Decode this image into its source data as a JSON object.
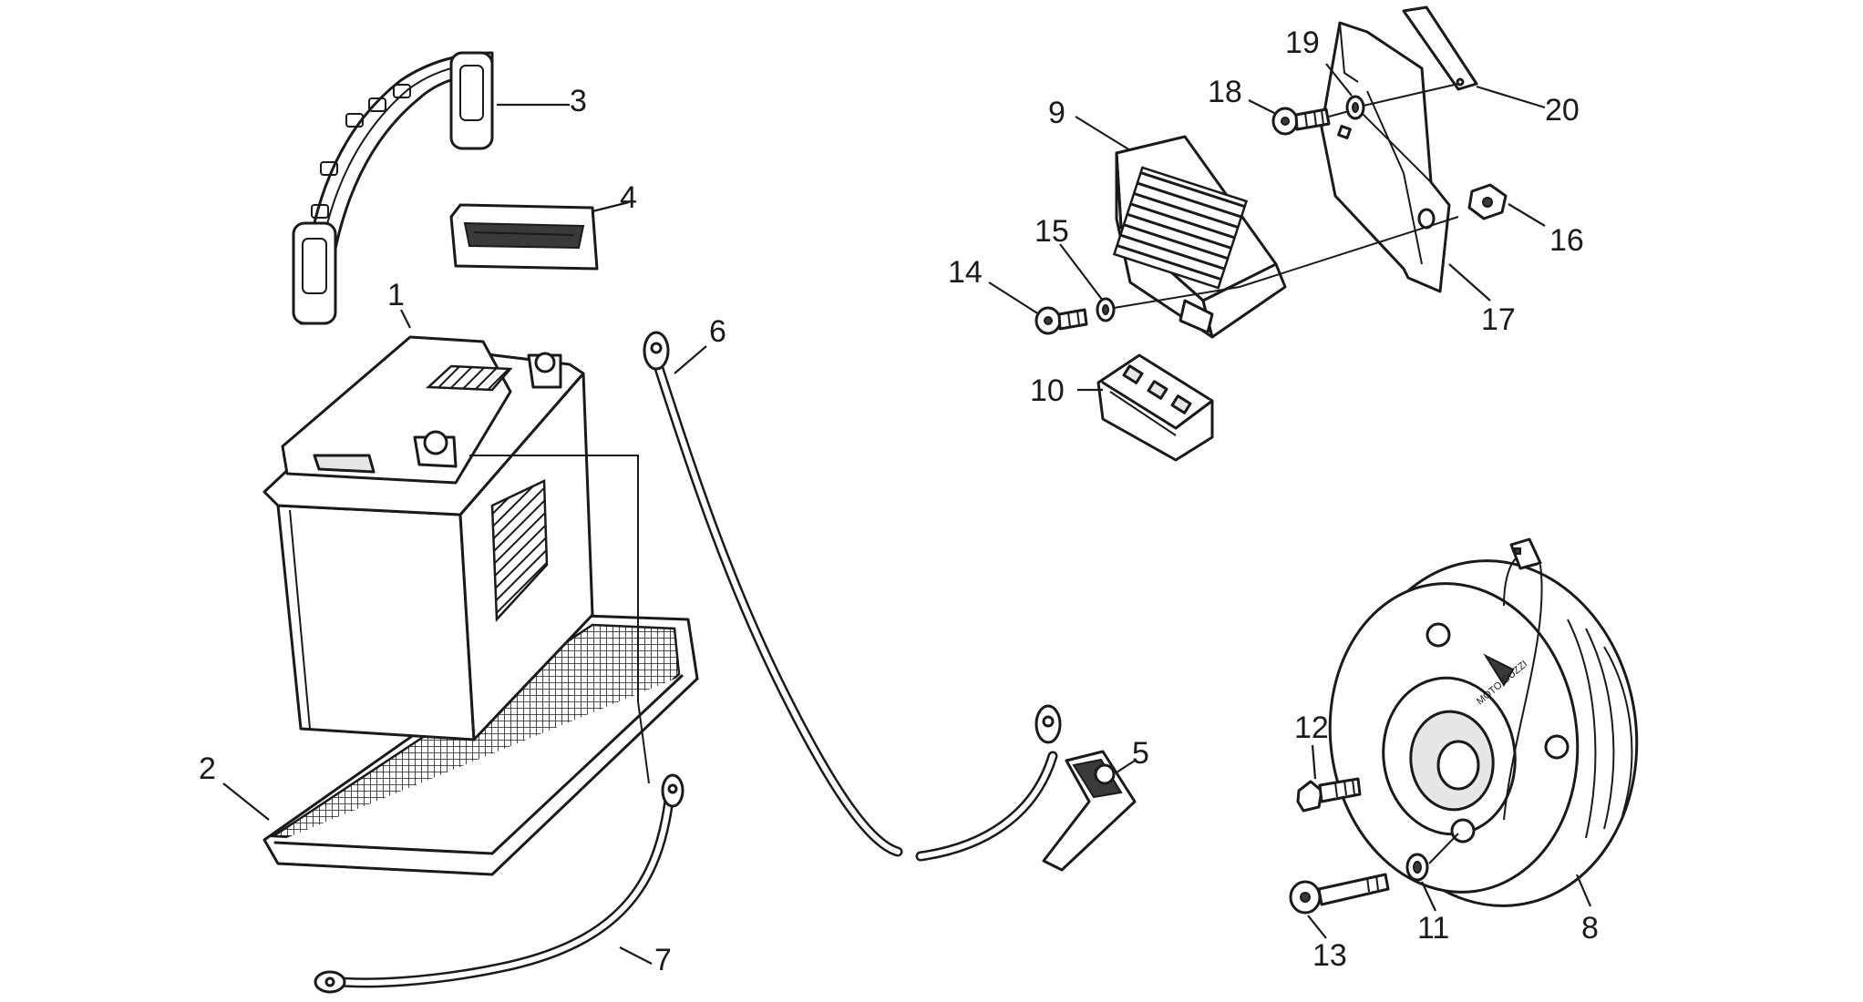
{
  "callouts": [
    {
      "id": "1",
      "text": "1"
    },
    {
      "id": "2",
      "text": "2"
    },
    {
      "id": "3",
      "text": "3"
    },
    {
      "id": "4",
      "text": "4"
    },
    {
      "id": "5",
      "text": "5"
    },
    {
      "id": "6",
      "text": "6"
    },
    {
      "id": "7",
      "text": "7"
    },
    {
      "id": "8",
      "text": "8"
    },
    {
      "id": "9",
      "text": "9"
    },
    {
      "id": "10",
      "text": "10"
    },
    {
      "id": "11",
      "text": "11"
    },
    {
      "id": "12",
      "text": "12"
    },
    {
      "id": "13",
      "text": "13"
    },
    {
      "id": "14",
      "text": "14"
    },
    {
      "id": "15",
      "text": "15"
    },
    {
      "id": "16",
      "text": "16"
    },
    {
      "id": "17",
      "text": "17"
    },
    {
      "id": "18",
      "text": "18"
    },
    {
      "id": "19",
      "text": "19"
    },
    {
      "id": "20",
      "text": "20"
    }
  ],
  "colors": {
    "ink": "#1a1a1a",
    "paper": "#ffffff"
  },
  "logo_text": "MOTO GUZZI"
}
